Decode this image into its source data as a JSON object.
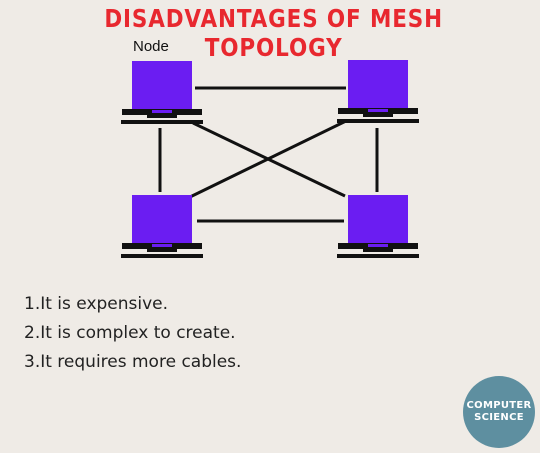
{
  "title": "DISADVANTAGES OF MESH TOPOLOGY",
  "node_label": "Node",
  "colors": {
    "title": "#e8282f",
    "screen": "#6b1df2",
    "laptop_base": "#111111",
    "background": "#efebe6",
    "badge": "#5e8fa0"
  },
  "points": [
    "1.It is expensive.",
    "2.It is complex to create.",
    "3.It requires more cables."
  ],
  "badge": {
    "line1": "COMPUTER",
    "line2": "SCIENCE"
  }
}
